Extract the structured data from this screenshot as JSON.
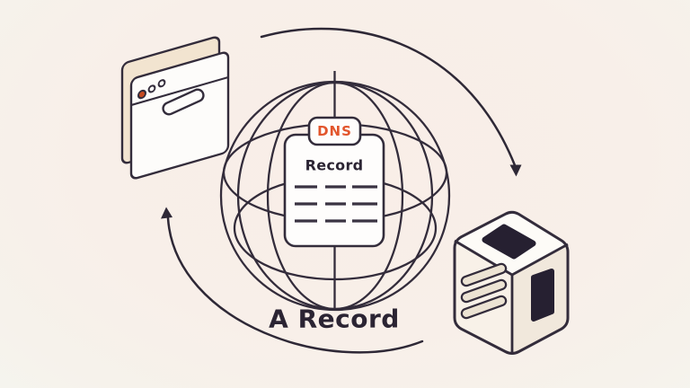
{
  "title": "DNS A Record diagram",
  "labels": {
    "dns_badge": "DNS",
    "record_card": "Record",
    "caption": "A Record"
  },
  "record_card": {
    "badge": "DNS",
    "heading": "Record",
    "placeholder_rows": 3
  },
  "icons": [
    "browser-window-icon",
    "globe-icon",
    "dns-record-card",
    "server-icon",
    "request-arrow-icon",
    "response-arrow-icon"
  ],
  "colors": {
    "background": "#f8efe8",
    "outline": "#332c3b",
    "accent_orange": "#e2552c",
    "beige": "#f2e4d0",
    "dark_slot": "#262031",
    "text": "#2b2433",
    "white": "#fdfcfa"
  }
}
